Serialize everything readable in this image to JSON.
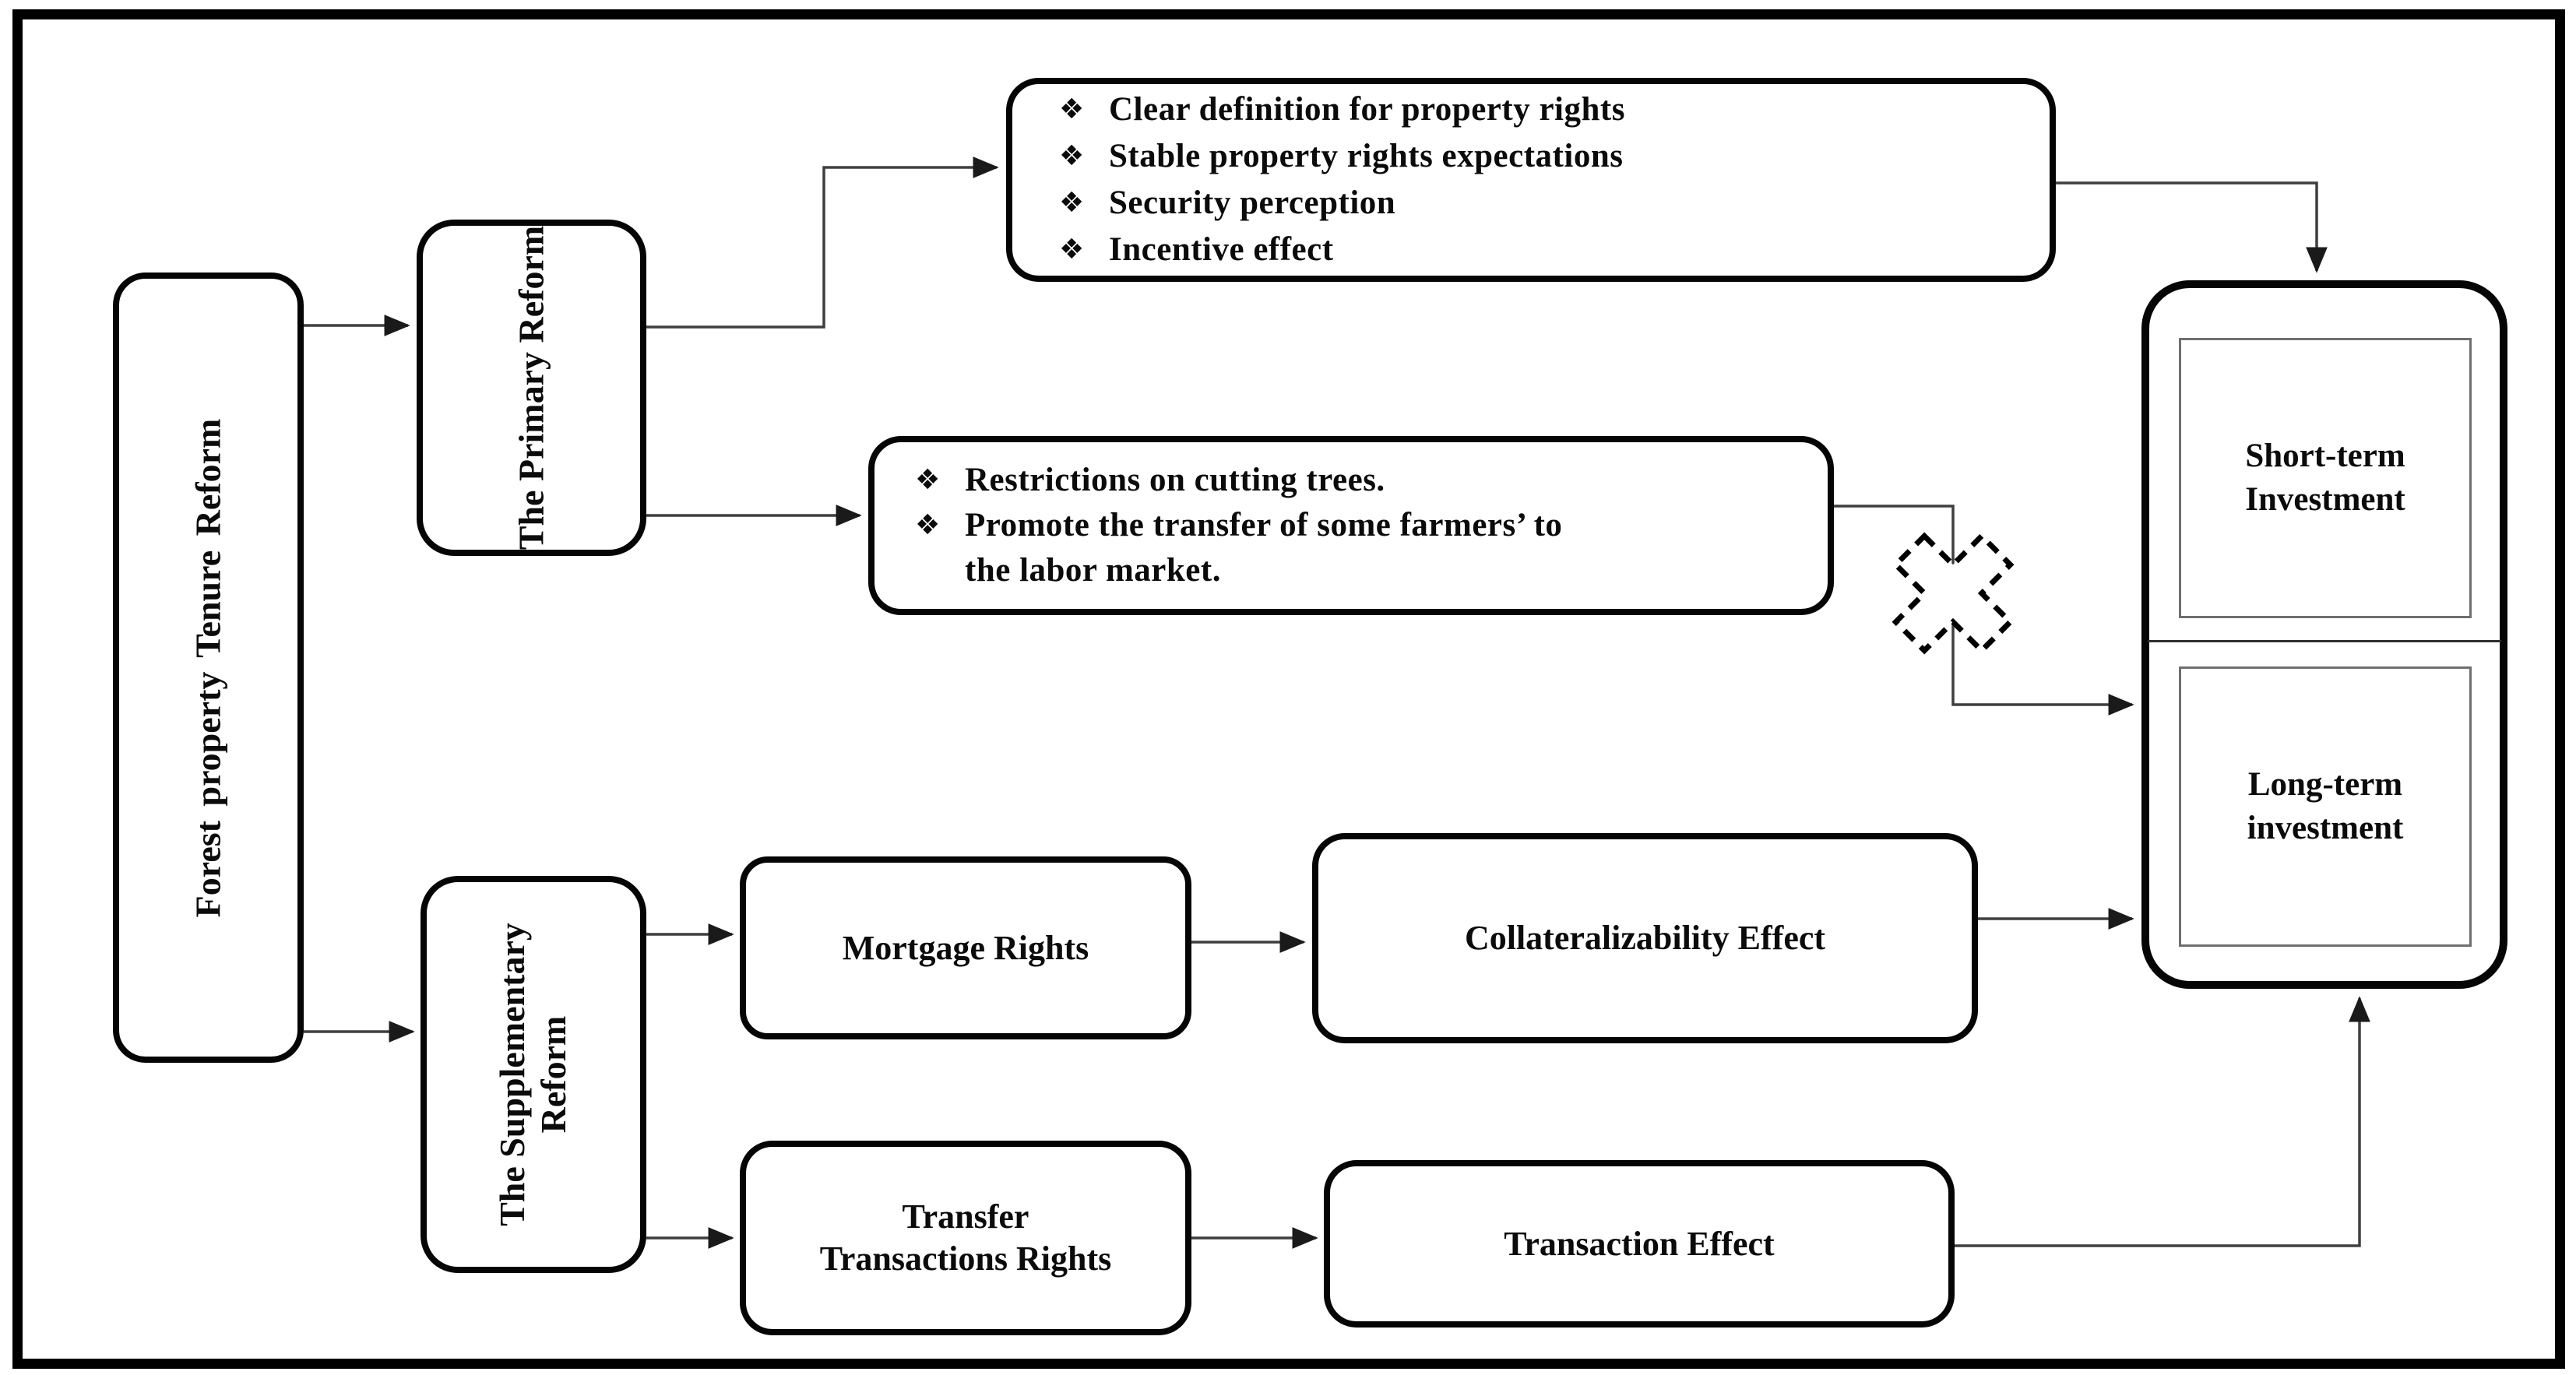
{
  "figure": {
    "colors": {
      "border": "#000000",
      "line": "#3f3f3f",
      "background": "#ffffff",
      "arrowhead": "#1a1a1a"
    },
    "bullet_glyph": "❖",
    "nodes": {
      "forest": {
        "label": "Forest property Tenure Reform"
      },
      "primary": {
        "label": "The Primary Reform"
      },
      "top_bullets": {
        "rows": [
          {
            "bullet": "❖",
            "text": "Clear definition for property rights"
          },
          {
            "bullet": "❖",
            "text": "Stable property rights expectations"
          },
          {
            "bullet": "❖",
            "text": "Security perception"
          },
          {
            "bullet": "❖",
            "text": "Incentive effect"
          }
        ]
      },
      "mid_bullets": {
        "rows": [
          {
            "bullet": "❖",
            "text": "Restrictions on cutting trees."
          },
          {
            "bullet": "❖",
            "text": "Promote the transfer of some farmers’ to"
          },
          {
            "bullet": "",
            "text": "the labor market."
          }
        ]
      },
      "supplementary": {
        "line1": "The Supplementary",
        "line2": "Reform"
      },
      "mortgage": {
        "label": "Mortgage Rights"
      },
      "collateral": {
        "label": "Collateralizability Effect"
      },
      "transfer": {
        "line1": "Transfer",
        "line2": "Transactions Rights"
      },
      "transaction": {
        "label": "Transaction Effect"
      },
      "short_term": {
        "line1": "Short-term",
        "line2": "Investment"
      },
      "long_term": {
        "line1": "Long-term",
        "line2": "investment"
      },
      "junction": {
        "icon": "dashed-cross"
      }
    }
  }
}
